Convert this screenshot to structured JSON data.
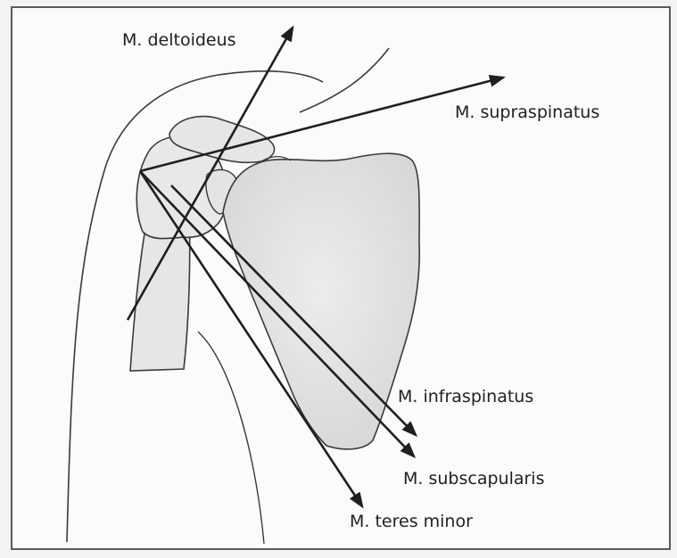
{
  "labels": {
    "deltoideus": "M. deltoideus",
    "supraspinatus": "M. supraspinatus",
    "infraspinatus": "M. infraspinatus",
    "subscapularis": "M. subscapularis",
    "teres_minor": "M. teres minor"
  },
  "colors": {
    "paper": "#f3f3f3",
    "frame": "#5a5a5a",
    "outline": "#3a3a3a",
    "bone_fill": "#e4e4e4",
    "arrow": "#1f1f1f",
    "text": "#1f1f1f"
  }
}
